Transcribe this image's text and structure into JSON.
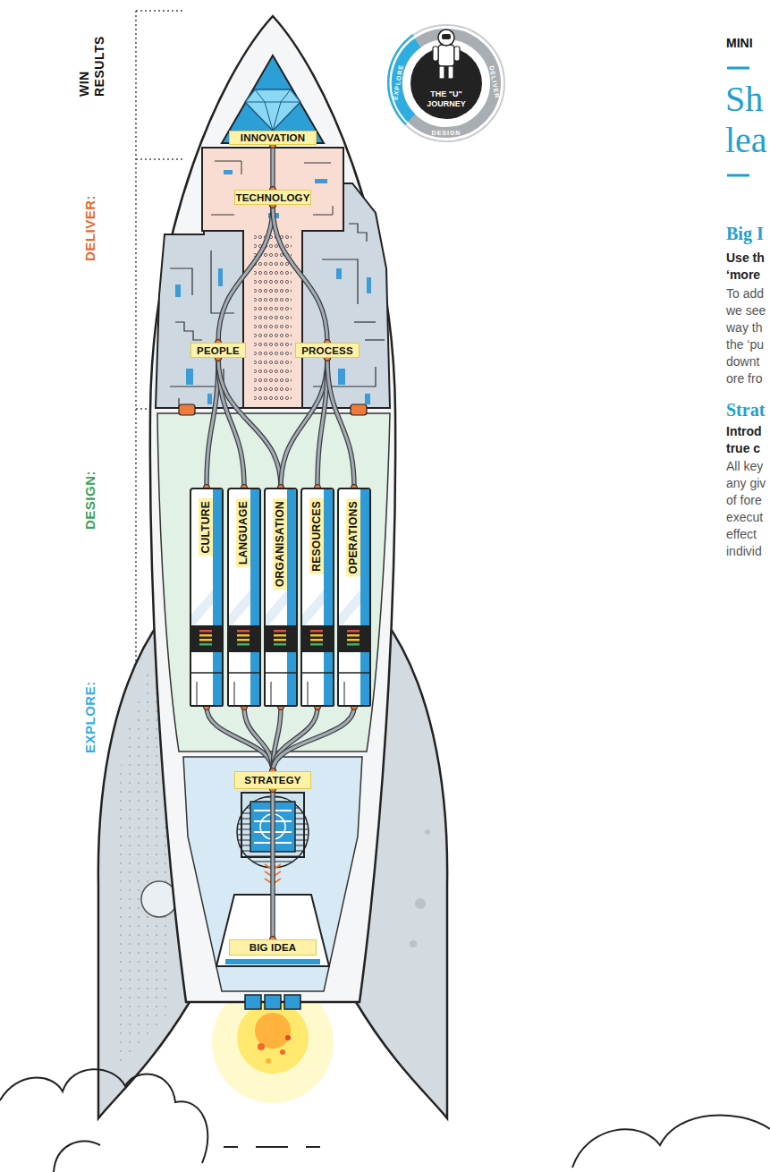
{
  "diagram": {
    "title": "Sh lea",
    "nodes": [
      {
        "text": [
          "THE \"U\" JOURNEY",
          "EXPLORE",
          "DESIGN",
          "DELIVER"
        ]
      },
      {
        "text": [
          "INNOVATION"
        ]
      },
      {
        "text": [
          "TECHNOLOGY"
        ]
      },
      {
        "text": [
          "PEOPLE"
        ]
      },
      {
        "text": [
          "PROCESS"
        ]
      },
      {
        "text": [
          "CULTURE"
        ]
      },
      {
        "text": [
          "LANGUAGE"
        ]
      },
      {
        "text": [
          "ORGANISATION"
        ]
      },
      {
        "text": [
          "RESOURCES"
        ]
      },
      {
        "text": [
          "OPERATIONS"
        ]
      },
      {
        "text": [
          "STRATEGY"
        ]
      },
      {
        "text": [
          "BIG IDEA"
        ]
      }
    ],
    "edges": [
      {
        "from": 2,
        "to": 1,
        "arrow": "none"
      },
      {
        "from": 2,
        "to": 3,
        "arrow": "none"
      },
      {
        "from": 2,
        "to": 4,
        "arrow": "none"
      },
      {
        "from": 10,
        "to": 5,
        "arrow": "none"
      },
      {
        "from": 10,
        "to": 6,
        "arrow": "none"
      },
      {
        "from": 10,
        "to": 7,
        "arrow": "none"
      },
      {
        "from": 10,
        "to": 8,
        "arrow": "none"
      },
      {
        "from": 10,
        "to": 9,
        "arrow": "none"
      },
      {
        "from": 5,
        "to": 3,
        "arrow": "none"
      },
      {
        "from": 6,
        "to": 3,
        "arrow": "none"
      },
      {
        "from": 7,
        "to": 3,
        "arrow": "none"
      },
      {
        "from": 7,
        "to": 4,
        "arrow": "none"
      },
      {
        "from": 8,
        "to": 4,
        "arrow": "none"
      },
      {
        "from": 9,
        "to": 4,
        "arrow": "none"
      },
      {
        "from": 11,
        "to": 10,
        "arrow": "none"
      }
    ],
    "labels": [
      "WIN RESULTS",
      "DELIVER:",
      "DESIGN:",
      "EXPLORE:",
      "MINI",
      "Big I",
      "Use th",
      "‘more",
      "To add",
      "we see",
      "way th",
      "the ‘pu",
      "downt",
      "ore fro",
      "Strat",
      "Introd",
      "true c",
      "All key",
      "any giv",
      "of fore",
      "execut",
      "effect",
      "individ"
    ]
  }
}
